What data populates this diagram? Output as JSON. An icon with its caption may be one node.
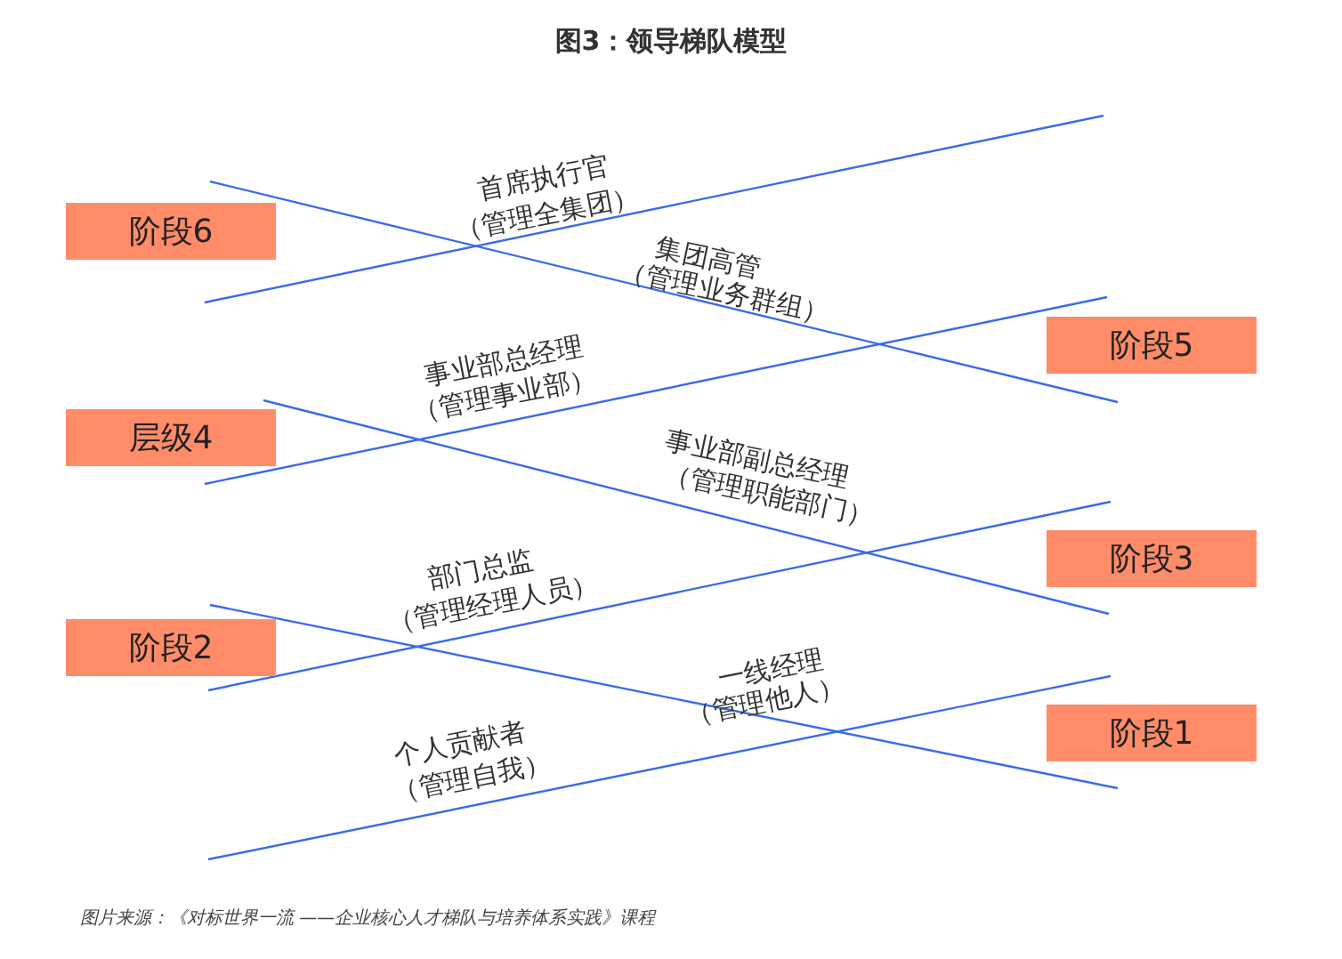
{
  "diagram": {
    "title": "图3：领导梯队模型",
    "caption": "图片来源：《对标世界一流 ——企业核心人才梯队与培养体系实践》课程",
    "nodes": [
      {
        "text": [
          "阶段6"
        ]
      },
      {
        "text": [
          "阶段5"
        ]
      },
      {
        "text": [
          "层级4"
        ]
      },
      {
        "text": [
          "阶段3"
        ]
      },
      {
        "text": [
          "阶段2"
        ]
      },
      {
        "text": [
          "阶段1"
        ]
      }
    ],
    "edges": [],
    "labels": [
      "首席执行官",
      "（管理全集团）",
      "集团高管",
      "（管理业务群组）",
      "事业部总经理",
      "（管理事业部）",
      "事业部副总经理",
      "（管理职能部门）",
      "部门总监",
      "（管理经理人员）",
      "一线经理",
      "（管理他人）",
      "个人贡献者",
      "（管理自我）"
    ]
  }
}
